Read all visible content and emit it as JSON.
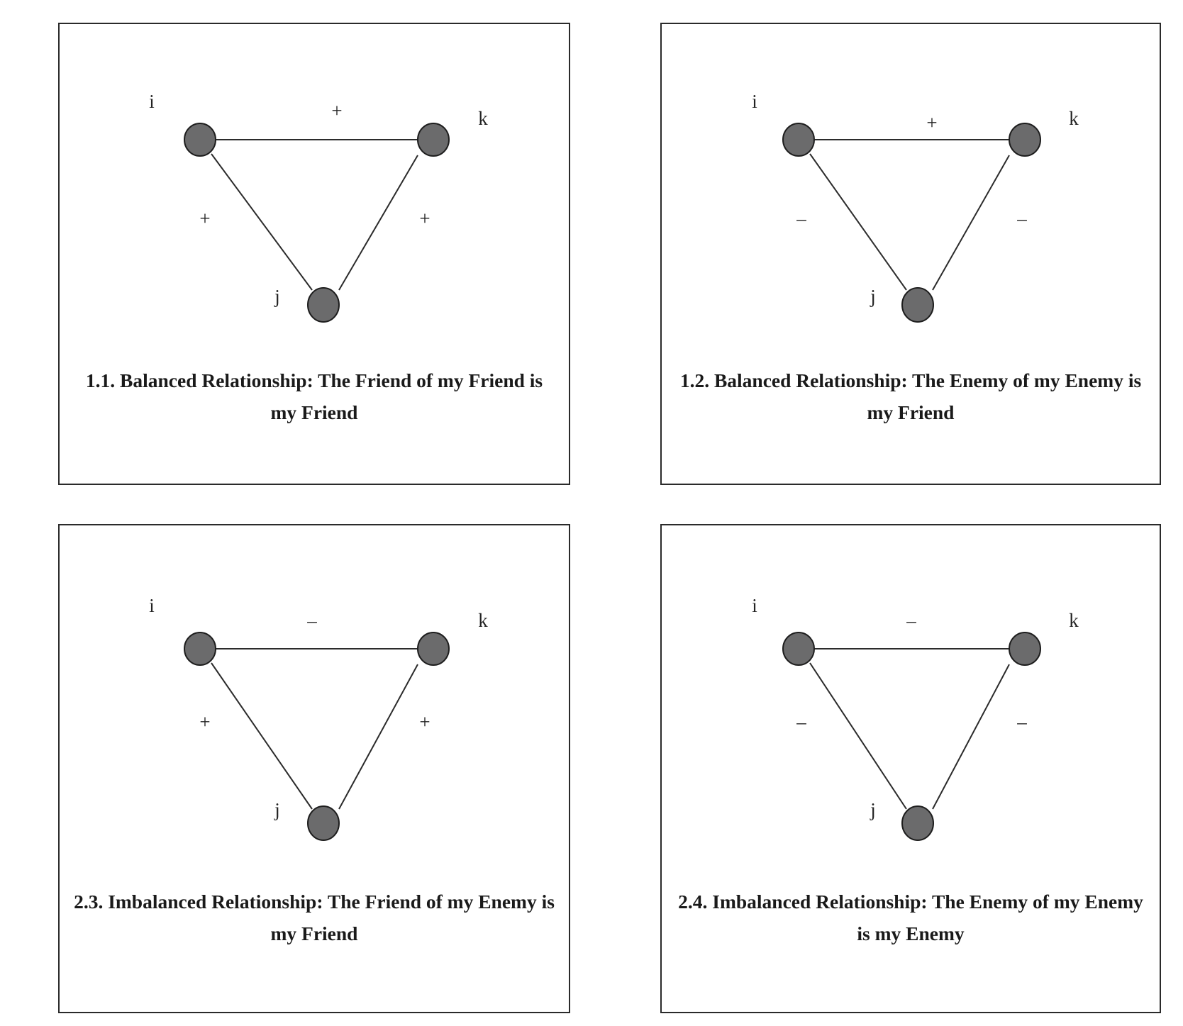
{
  "colors": {
    "node_fill": "#6b6b6c",
    "node_stroke": "#1e1e1e",
    "edge": "#2b2b2b",
    "border": "#2a2a2a"
  },
  "panels": [
    {
      "caption": "1.1. Balanced Relationship: The Friend of my Friend is my Friend",
      "nodes": {
        "i": "i",
        "j": "j",
        "k": "k"
      },
      "edges": {
        "ik": "+",
        "ij": "+",
        "kj": "+"
      }
    },
    {
      "caption": "1.2. Balanced Relationship: The Enemy of my Enemy is my Friend",
      "nodes": {
        "i": "i",
        "j": "j",
        "k": "k"
      },
      "edges": {
        "ik": "+",
        "ij": "–",
        "kj": "–"
      }
    },
    {
      "caption": "2.3. Imbalanced Relationship: The Friend of my Enemy is my Friend",
      "nodes": {
        "i": "i",
        "j": "j",
        "k": "k"
      },
      "edges": {
        "ik": "–",
        "ij": "+",
        "kj": "+"
      }
    },
    {
      "caption": "2.4. Imbalanced Relationship: The Enemy of my Enemy is my Enemy",
      "nodes": {
        "i": "i",
        "j": "j",
        "k": "k"
      },
      "edges": {
        "ik": "–",
        "ij": "–",
        "kj": "–"
      }
    }
  ]
}
